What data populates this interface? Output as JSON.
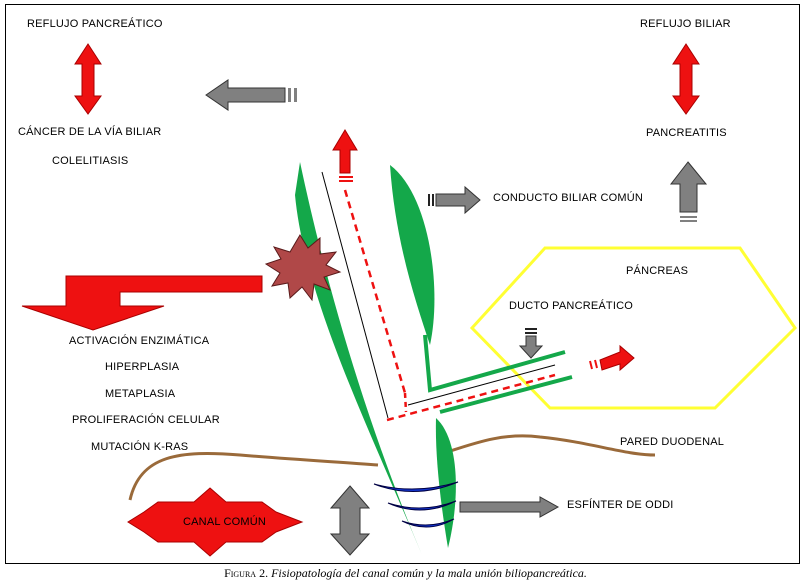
{
  "labels": {
    "reflujo_pancreatico": "REFLUJO PANCREÁTICO",
    "cancer_via_biliar": "CÁNCER DE LA VÍA BILIAR",
    "colelitiasis": "COLELITIASIS",
    "reflujo_biliar": "REFLUJO BILIAR",
    "pancreatitis": "PANCREATITIS",
    "conducto_biliar_comun": "CONDUCTO BILIAR COMÚN",
    "pancreas": "PÁNCREAS",
    "ducto_pancreatico": "DUCTO PANCREÁTICO",
    "activacion_enzimatica": "ACTIVACIÓN ENZIMÁTICA",
    "hiperplasia": "HIPERPLASIA",
    "metaplasia": "METAPLASIA",
    "proliferacion_celular": "PROLIFERACIÓN CELULAR",
    "mutacion_kras": "MUTACIÓN K-RAS",
    "pared_duodenal": "PARED DUODENAL",
    "esfinter_oddi": "ESFÍNTER DE ODDI",
    "canal_comun": "CANAL COMÚN"
  },
  "caption": {
    "figure": "Figura 2.",
    "text": "Fisiopatología del canal común y la mala unión biliopancreática."
  },
  "colors": {
    "red": "#ee1111",
    "dark_red": "#aa0000",
    "green": "#14a84a",
    "gray": "#808080",
    "yellow": "#ffff33",
    "brown": "#9a6a3a",
    "blue": "#1133cc",
    "tumor": "#b04848"
  }
}
